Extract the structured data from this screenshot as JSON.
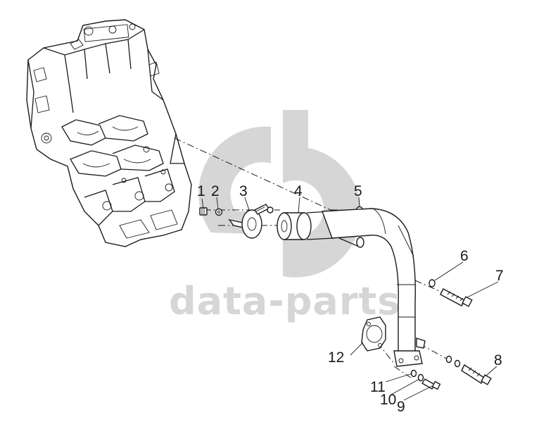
{
  "watermark": {
    "brand_text": "data-parts",
    "color": "#c8c8c8"
  },
  "callouts": [
    {
      "id": "1",
      "label": "1"
    },
    {
      "id": "2",
      "label": "2"
    },
    {
      "id": "3",
      "label": "3"
    },
    {
      "id": "4",
      "label": "4"
    },
    {
      "id": "5",
      "label": "5"
    },
    {
      "id": "6",
      "label": "6"
    },
    {
      "id": "7",
      "label": "7"
    },
    {
      "id": "8",
      "label": "8"
    },
    {
      "id": "9",
      "label": "9"
    },
    {
      "id": "10",
      "label": "10"
    },
    {
      "id": "11",
      "label": "11"
    },
    {
      "id": "12",
      "label": "12"
    }
  ],
  "colors": {
    "line": "#1a1a1a",
    "background": "#ffffff",
    "watermark": "#c8c8c8"
  }
}
